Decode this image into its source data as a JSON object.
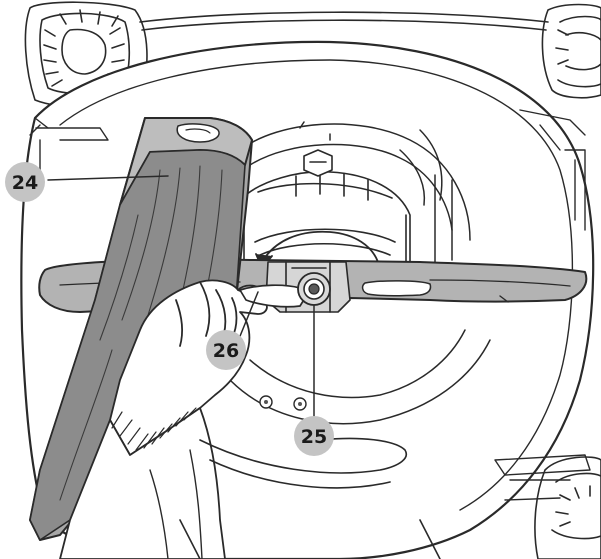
{
  "callouts": [
    {
      "id": "24",
      "label": "24"
    },
    {
      "id": "26",
      "label": "26"
    },
    {
      "id": "25",
      "label": "25"
    }
  ],
  "colors": {
    "line": "#2a2a2a",
    "wood": "#a7a7a7",
    "wood_dark": "#8c8c8c",
    "blade": "#b3b3b3",
    "badge": "#c4c4c4",
    "background": "#ffffff"
  }
}
